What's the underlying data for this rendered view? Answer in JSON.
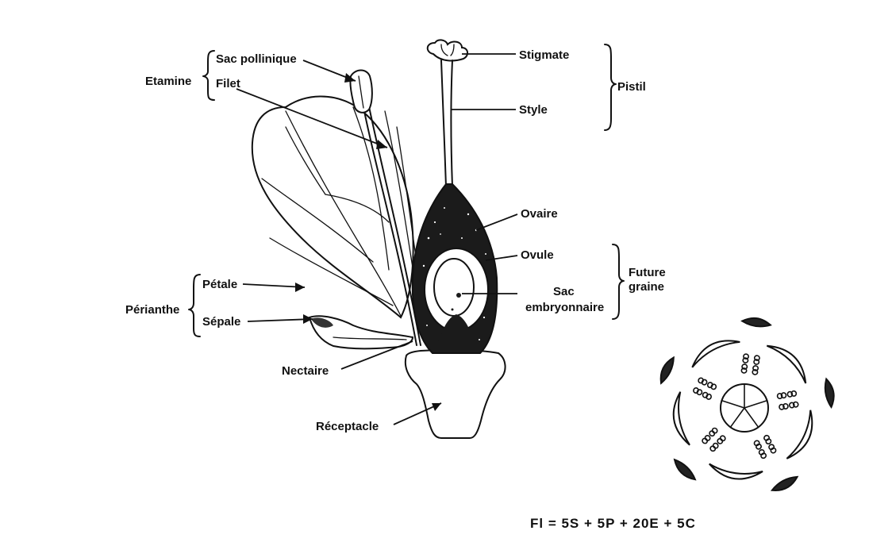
{
  "labels": {
    "etamine": "Etamine",
    "sac_pollinique": "Sac pollinique",
    "filet": "Filet",
    "stigmate": "Stigmate",
    "style": "Style",
    "pistil": "Pistil",
    "ovaire": "Ovaire",
    "ovule": "Ovule",
    "future_graine_1": "Future",
    "future_graine_2": "graine",
    "sac_embryonnaire_1": "Sac",
    "sac_embryonnaire_2": "embryonnaire",
    "perianthe": "Périanthe",
    "petale": "Pétale",
    "sepale": "Sépale",
    "nectaire": "Nectaire",
    "receptacle": "Réceptacle"
  },
  "floral_formula": "Fl = 5S + 5P + 20E + 5C"
}
